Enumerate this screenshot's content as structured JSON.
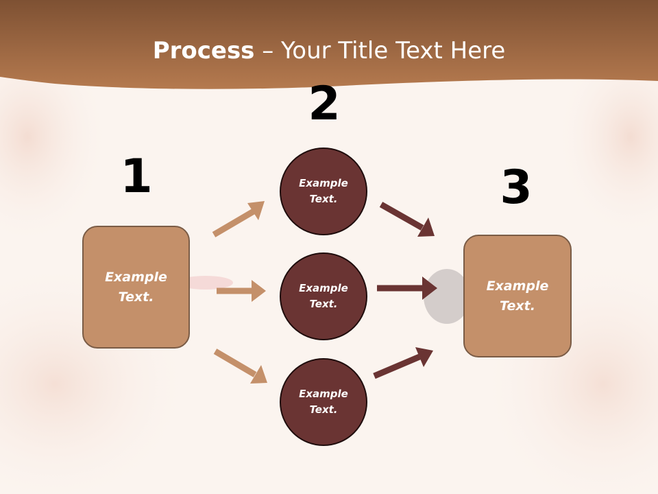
{
  "slide": {
    "title_bold": "Process",
    "title_rest": " – Your Title Text Here"
  },
  "steps": [
    {
      "number": "1",
      "label": "Example\nText."
    },
    {
      "number": "2",
      "label": "Example\nText."
    },
    {
      "number": "3",
      "label": "Example\nText."
    }
  ],
  "middle": [
    {
      "label": "Example\nText."
    },
    {
      "label": "Example\nText."
    },
    {
      "label": "Example\nText."
    }
  ],
  "colors": {
    "header": "#a76a41",
    "box_fill": "#c4906a",
    "circle_fill": "#6a3433",
    "arrow_light": "#c4906a",
    "arrow_dark": "#6a3433"
  }
}
